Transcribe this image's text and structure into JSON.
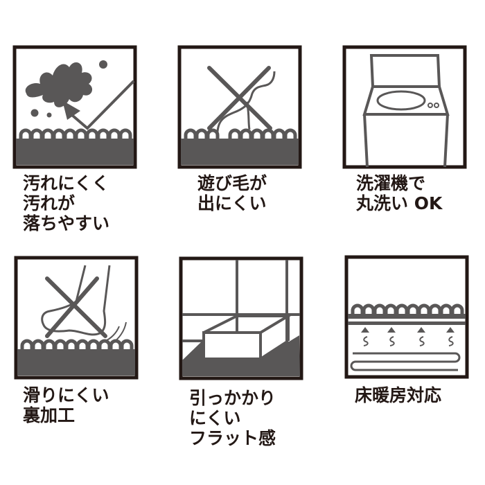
{
  "colors": {
    "frame": "#231815",
    "fill_dark": "#595757",
    "line": "#595757",
    "background": "#ffffff",
    "text": "#231815"
  },
  "features": [
    {
      "id": "stain-resistant",
      "icon": "stain-splash-icon",
      "lines": [
        "汚れにくく",
        "汚れが",
        "落ちやすい"
      ]
    },
    {
      "id": "no-shedding",
      "icon": "loose-fiber-crossed-icon",
      "lines": [
        "遊び毛が",
        "出にくい"
      ]
    },
    {
      "id": "machine-washable",
      "icon": "washing-machine-icon",
      "lines": [
        "洗濯機で",
        "丸洗い OK"
      ]
    },
    {
      "id": "non-slip",
      "icon": "foot-slip-crossed-icon",
      "lines": [
        "滑りにくい",
        "裏加工"
      ]
    },
    {
      "id": "flat-low-profile",
      "icon": "flat-floor-box-icon",
      "lines": [
        "引っかかり",
        "にくい",
        "フラット感"
      ]
    },
    {
      "id": "floor-heating",
      "icon": "floor-heating-icon",
      "lines": [
        "床暖房対応"
      ]
    }
  ]
}
